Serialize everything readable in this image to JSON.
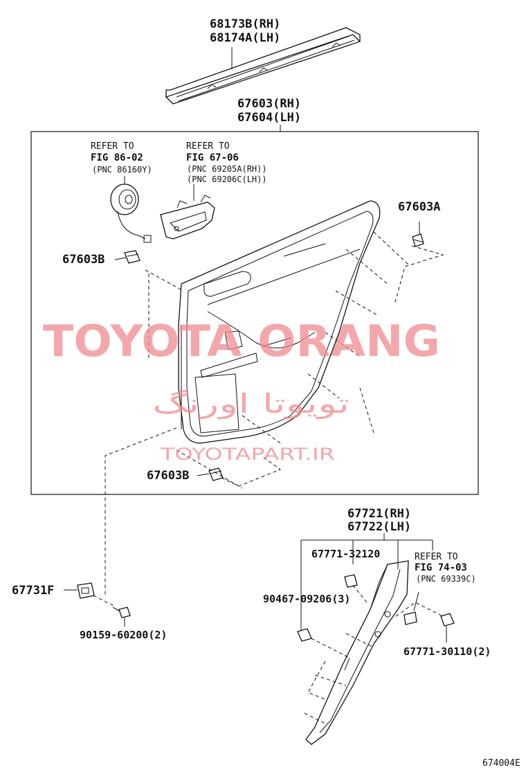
{
  "labels": {
    "sill_rh": "68173B(RH)",
    "sill_lh": "68174A(LH)",
    "board_rh": "67603(RH)",
    "board_lh": "67604(LH)",
    "ref1_line1": "REFER TO",
    "ref1_line2": "FIG 86-02",
    "ref1_line3": "(PNC 86160Y)",
    "ref2_line1": "REFER TO",
    "ref2_line2": "FIG 67-06",
    "ref2_line3": "(PNC 69205A(RH))",
    "ref2_line4": "(PNC 69206C(LH))",
    "clip_a": "67603A",
    "clip_b_top": "67603B",
    "clip_b_bottom": "67603B",
    "garnish_rh": "67721(RH)",
    "garnish_lh": "67722(LH)",
    "clip_32120": "67771-32120",
    "ref3_line1": "REFER TO",
    "ref3_line2": "FIG 74-03",
    "ref3_line3": "(PNC 69339C)",
    "clip_f": "67731F",
    "screw_9046": "90467-09206(3)",
    "screw_9015": "90159-60200(2)",
    "clip_30110": "67771-30110(2)",
    "figure_code": "674004E"
  },
  "watermark": {
    "main": "TOYOTA ORANG",
    "persian": "تویوتا اورنگ",
    "site": "TOYOTAPART.IR",
    "color": "#f08a8f"
  }
}
